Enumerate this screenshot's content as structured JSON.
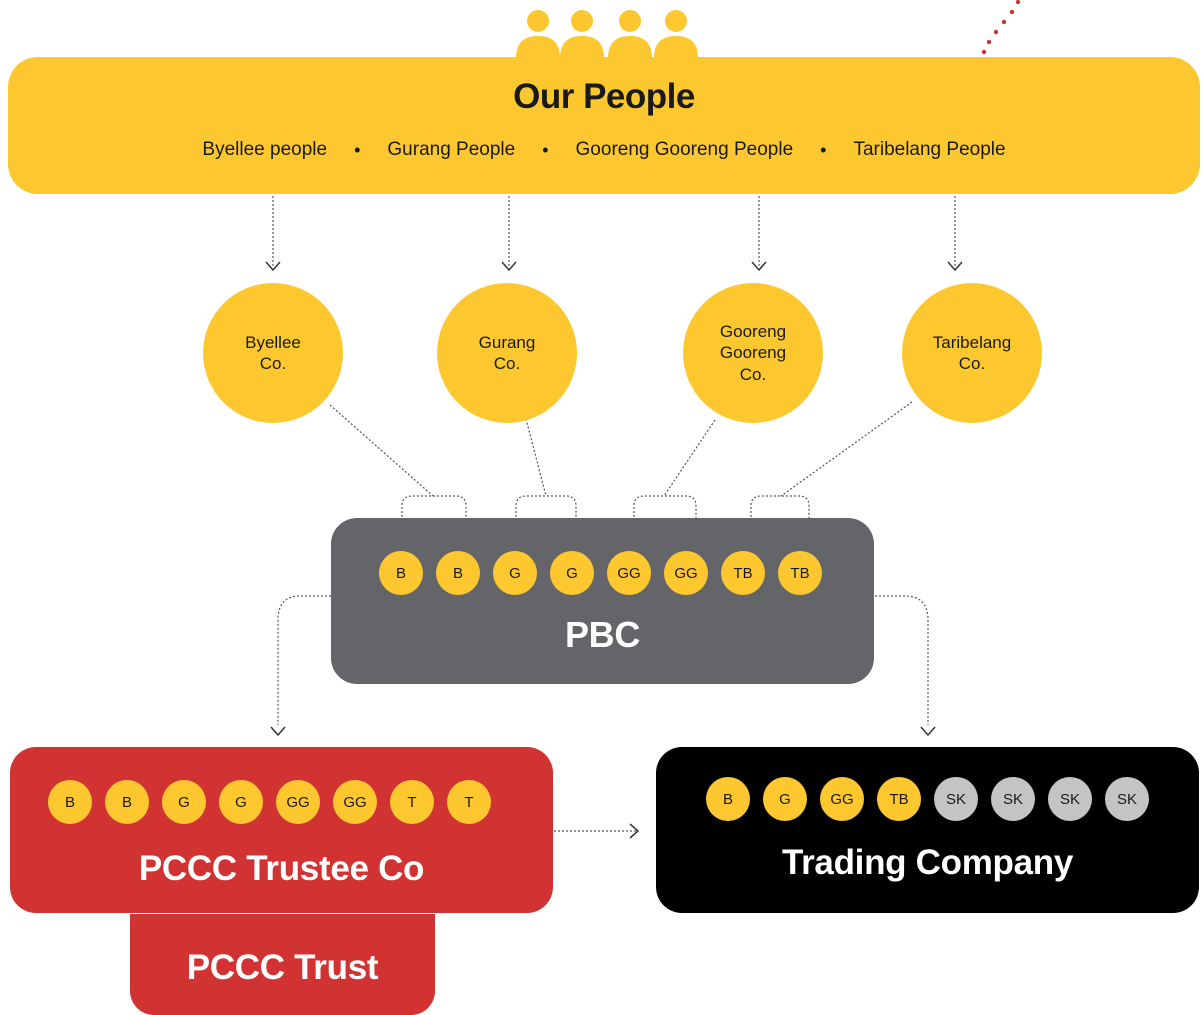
{
  "header": {
    "title": "Our People",
    "groups": [
      "Byellee people",
      "Gurang People",
      "Gooreng Gooreng People",
      "Taribelang People"
    ],
    "separator": "•"
  },
  "companies": [
    {
      "label": "Byellee\nCo."
    },
    {
      "label": "Gurang\nCo."
    },
    {
      "label": "Gooreng\nGooreng\nCo."
    },
    {
      "label": "Taribelang\nCo."
    }
  ],
  "pbc": {
    "title": "PBC",
    "shares": [
      "B",
      "B",
      "G",
      "G",
      "GG",
      "GG",
      "TB",
      "TB"
    ]
  },
  "trustee": {
    "title": "PCCC Trustee Co",
    "shares": [
      "B",
      "B",
      "G",
      "G",
      "GG",
      "GG",
      "T",
      "T"
    ]
  },
  "trust": {
    "title": "PCCC Trust"
  },
  "trading": {
    "title": "Trading Company",
    "shares": [
      "B",
      "G",
      "GG",
      "TB",
      "SK",
      "SK",
      "SK",
      "SK"
    ]
  },
  "colors": {
    "yellow": "#fdc82f",
    "grey": "#646569",
    "red": "#d13232",
    "black": "#000000",
    "sk_grey": "#c4c4c4",
    "accent_dots": "#c0392b"
  }
}
